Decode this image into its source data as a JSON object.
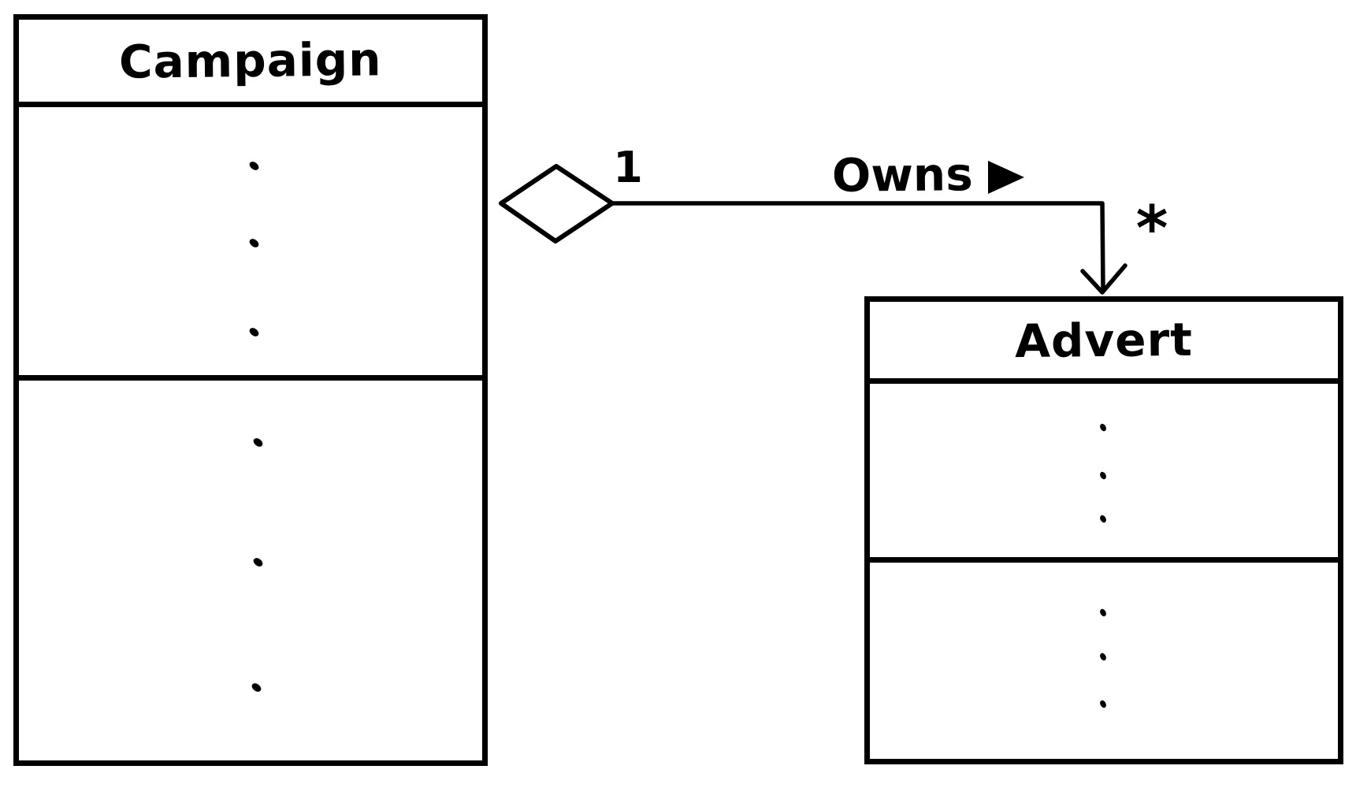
{
  "colors": {
    "ink": "#000000",
    "background": "#ffffff"
  },
  "campaign_class": {
    "name": "Campaign",
    "attribute_placeholder_dots": 3,
    "method_placeholder_dots": 3
  },
  "advert_class": {
    "name": "Advert",
    "attribute_placeholder_dots": 3,
    "method_placeholder_dots": 3
  },
  "owns_relationship": {
    "label": "Owns",
    "direction_icon": "filled-right-triangle",
    "campaign_end_icon": "open-diamond-aggregation",
    "campaign_end_multiplicity": "1",
    "advert_end_icon": "open-arrowhead",
    "advert_end_multiplicity": "*"
  }
}
